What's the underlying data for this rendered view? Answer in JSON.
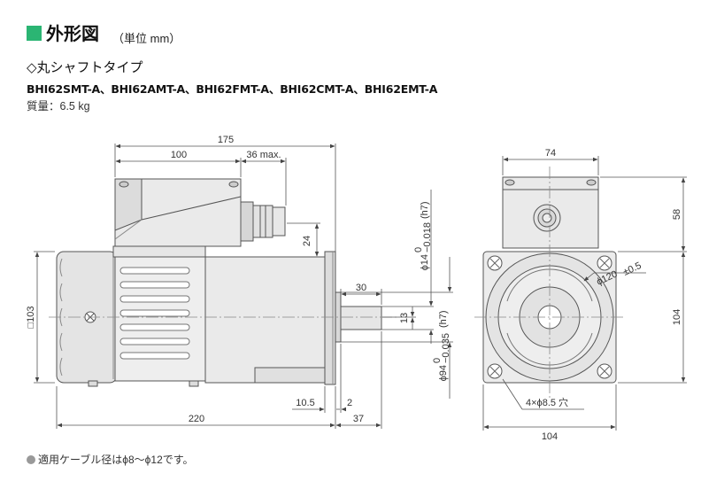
{
  "header": {
    "title": "外形図",
    "unit": "（単位 mm）",
    "accent_color": "#2bb573"
  },
  "subtitle": "◇丸シャフトタイプ",
  "models": "BHI62SMT-A、BHI62AMT-A、BHI62FMT-A、BHI62CMT-A、BHI62EMT-A",
  "mass": "質量：6.5 kg",
  "dimensions": {
    "d175": "175",
    "d100": "100",
    "d36max": "36 max.",
    "d24": "24",
    "phi14": "ϕ14",
    "tol14_upper": "0",
    "tol14_lower": "−0.018",
    "tol14_fit": "(h7)",
    "d30": "30",
    "d13": "13",
    "phi94": "ϕ94",
    "tol94_upper": "0",
    "tol94_lower": "−0.035",
    "tol94_fit": "(h7)",
    "sq103": "□103",
    "d10_5": "10.5",
    "d2": "2",
    "d37": "37",
    "d220": "220",
    "d74": "74",
    "d58": "58",
    "phi120": "ϕ120",
    "tol120": "±0.5",
    "d104_v": "104",
    "d104_h": "104",
    "holes": "4×ϕ8.5 穴"
  },
  "note": "適用ケーブル径はϕ8～ϕ12です。"
}
